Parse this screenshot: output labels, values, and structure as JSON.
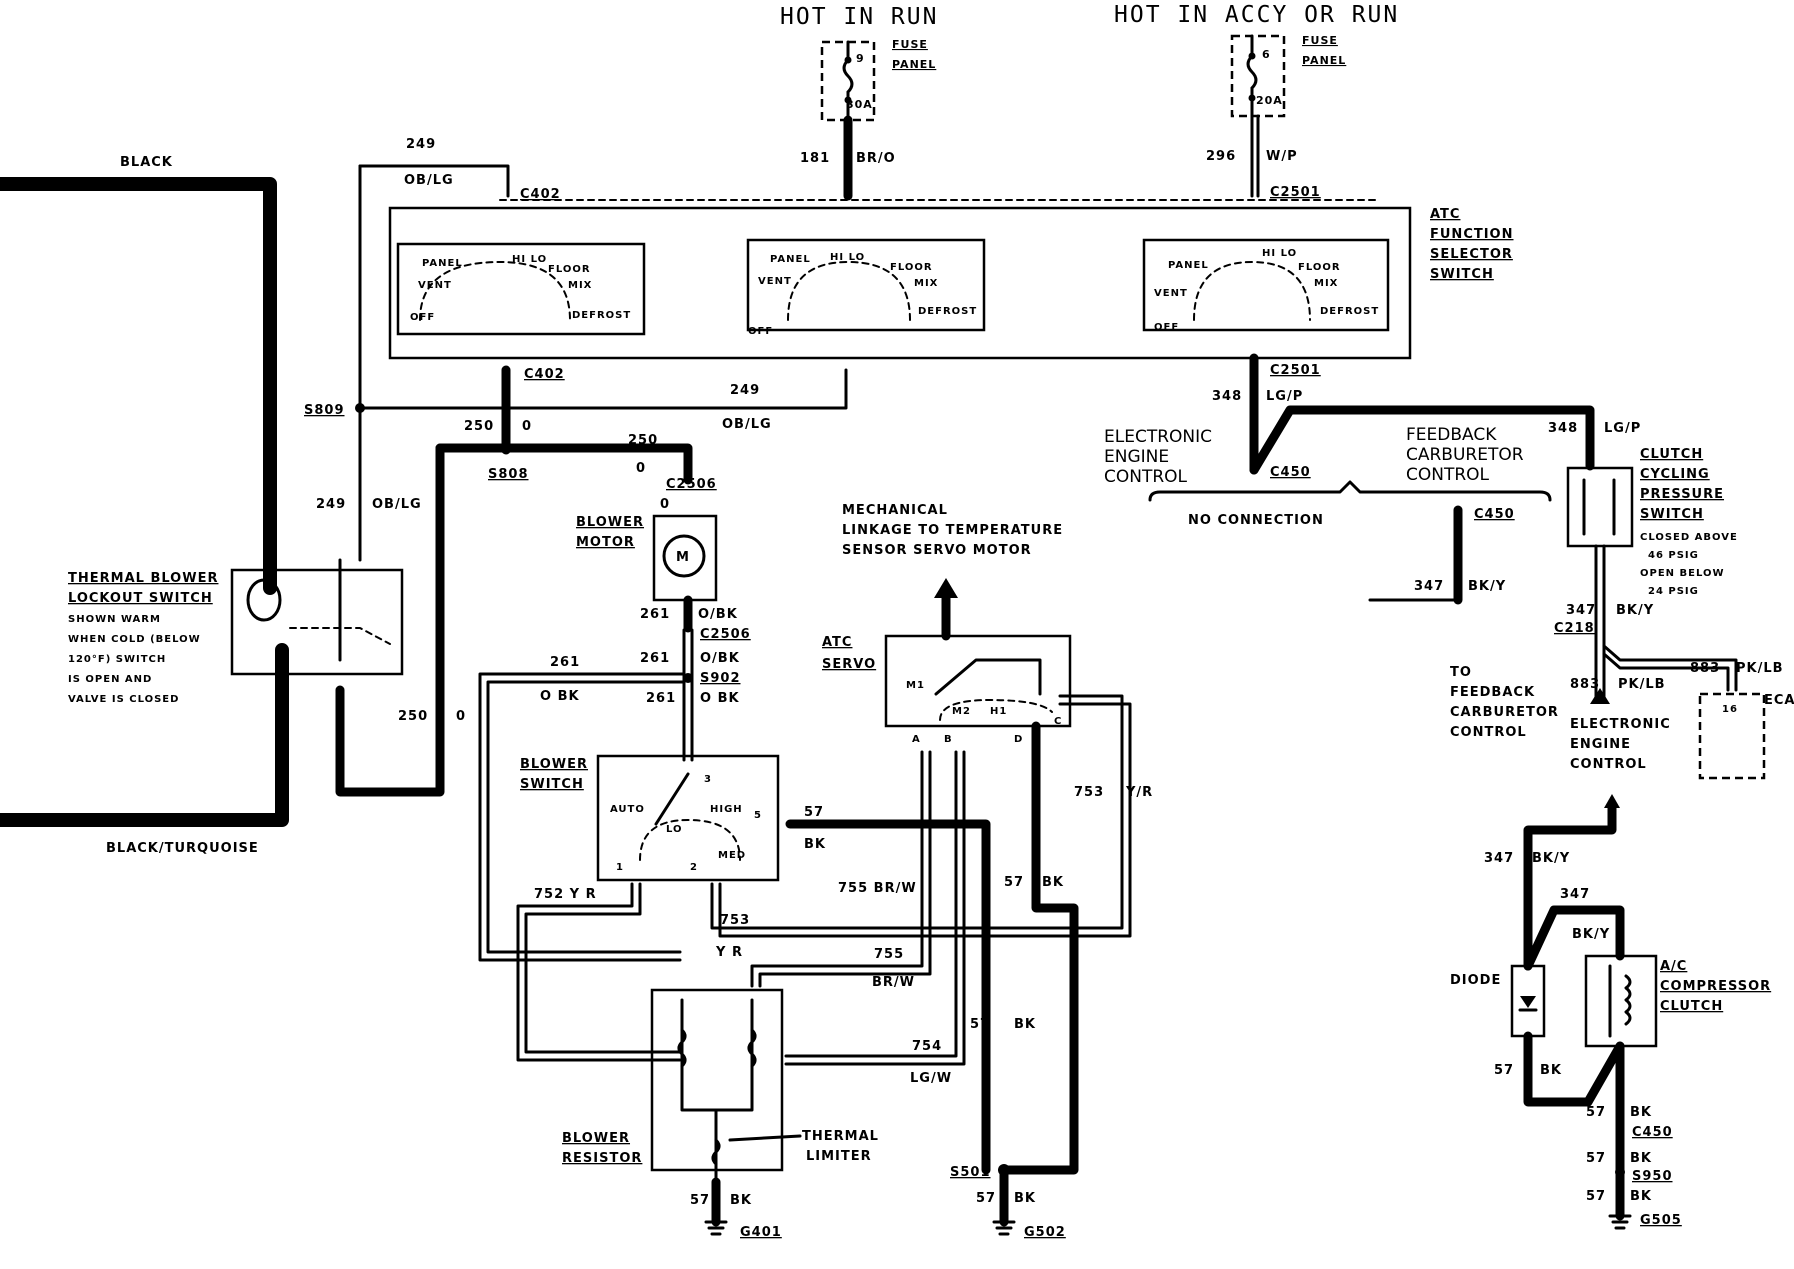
{
  "header": {
    "hot_in_run": "HOT IN RUN",
    "hot_in_accy_or_run": "HOT IN ACCY OR RUN"
  },
  "fuses": {
    "left": {
      "num": "9",
      "amps": "30A",
      "label_line1": "FUSE",
      "label_line2": "PANEL"
    },
    "right": {
      "num": "6",
      "amps": "20A",
      "label_line1": "FUSE",
      "label_line2": "PANEL"
    }
  },
  "wires": {
    "w181": "181",
    "br_o": "BR/O",
    "w296": "296",
    "w_p": "W/P",
    "w249_top": "249",
    "ob_lg_top": "OB/LG",
    "w249_mid": "249",
    "ob_lg_mid": "OB/LG",
    "w249_left": "249",
    "ob_lg_left": "OB/LG",
    "w250_a": "250",
    "o_a": "0",
    "w250_b": "250",
    "o_b": "0",
    "w250_c": "250",
    "o_c": "0",
    "o_d": "0",
    "w261_a": "261",
    "o_bk_a": "O/BK",
    "w261_b": "261",
    "o_bk_b": "O/BK",
    "w261_c": "261",
    "o_bk_c": "O BK",
    "w261_d": "261",
    "o_bk_d": "O BK",
    "w57_a": "57",
    "bk_a": "BK",
    "w57_b": "57",
    "bk_b": "BK",
    "w57_c": "57",
    "bk_c": "BK",
    "w57_d": "57",
    "bk_d": "BK",
    "w57_e": "57",
    "bk_e": "BK",
    "w57_f": "57",
    "bk_f": "BK",
    "w57_g": "57",
    "bk_g": "BK",
    "w57_h": "57",
    "bk_h": "BK",
    "w57_i": "57",
    "bk_i": "BK",
    "w755_a": "755 BR/W",
    "w755_b": "755",
    "br_w_b": "BR/W",
    "w752": "752 Y R",
    "w753_a": "753",
    "y_r_a": "Y R",
    "w753_b": "753",
    "y_r_b": "Y/R",
    "w754": "754",
    "lg_w": "LG/W",
    "w348_a": "348",
    "lg_p_a": "LG/P",
    "w348_b": "348",
    "lg_p_b": "LG/P",
    "w347_a": "347",
    "bk_y_a": "BK/Y",
    "w347_b": "347",
    "bk_y_b": "BK/Y",
    "w347_c": "347",
    "bk_y_c": "BK/Y",
    "w347_d": "347",
    "bk_y_d": "BK/Y",
    "w883_a": "883",
    "pk_lb_a": "PK/LB",
    "w883_b": "883",
    "pk_lb_b": "PK/LB"
  },
  "connectors": {
    "c402_top": "C402",
    "c402_bot": "C402",
    "c2501_top": "C2501",
    "c2501_bot": "C2501",
    "c2506_a": "C2506",
    "c2506_b": "C2506",
    "c450_a": "C450",
    "c450_b": "C450",
    "c450_c": "C450",
    "c218": "C218",
    "s809": "S809",
    "s808": "S808",
    "s902": "S902",
    "s501": "S501",
    "s950": "S950",
    "g401": "G401",
    "g502": "G502",
    "g505": "G505"
  },
  "components": {
    "atc_function_selector": [
      "ATC",
      "FUNCTION",
      "SELECTOR",
      "SWITCH"
    ],
    "selector_positions": {
      "panel": "PANEL",
      "vent": "VENT",
      "hi_lo": "HI LO",
      "floor": "FLOOR",
      "mix": "MIX",
      "off": "OFF",
      "defrost": "DEFROST"
    },
    "thermal_blower": [
      "THERMAL BLOWER",
      "LOCKOUT SWITCH"
    ],
    "thermal_blower_note": [
      "SHOWN WARM",
      "WHEN COLD (BELOW",
      "120°F) SWITCH",
      "IS OPEN AND",
      "VALVE IS CLOSED"
    ],
    "black": "BLACK",
    "black_turquoise": "BLACK/TURQUOISE",
    "blower_motor": [
      "BLOWER",
      "MOTOR"
    ],
    "motor_symbol": "M",
    "blower_switch": [
      "BLOWER",
      "SWITCH"
    ],
    "blower_switch_pos": {
      "auto": "AUTO",
      "lo": "LO",
      "high": "HIGH",
      "med": "MED",
      "p1": "1",
      "p2": "2",
      "p3": "3",
      "p5": "5"
    },
    "mechanical": [
      "MECHANICAL",
      "LINKAGE TO TEMPERATURE",
      "SENSOR SERVO MOTOR"
    ],
    "atc_servo": [
      "ATC",
      "SERVO"
    ],
    "servo_pins": {
      "m1": "M1",
      "m2": "M2",
      "h1": "H1",
      "a": "A",
      "b": "B",
      "c": "C",
      "d": "D"
    },
    "blower_resistor": [
      "BLOWER",
      "RESISTOR"
    ],
    "thermal_limiter": [
      "THERMAL",
      "LIMITER"
    ],
    "electronic_engine_control": [
      "ELECTRONIC",
      "ENGINE",
      "CONTROL"
    ],
    "feedback_carburetor_control": [
      "FEEDBACK",
      "CARBURETOR",
      "CONTROL"
    ],
    "no_connection": "NO CONNECTION",
    "clutch_cycling": [
      "CLUTCH",
      "CYCLING",
      "PRESSURE",
      "SWITCH"
    ],
    "clutch_note": [
      "CLOSED ABOVE",
      "46 PSIG",
      "OPEN BELOW",
      "24 PSIG"
    ],
    "to_feedback": [
      "TO",
      "FEEDBACK",
      "CARBURETOR",
      "CONTROL"
    ],
    "eec_lower": [
      "ELECTRONIC",
      "ENGINE",
      "CONTROL"
    ],
    "eca": "ECA",
    "eca_pin": "16",
    "diode": "DIODE",
    "ac_compressor": [
      "A/C",
      "COMPRESSOR",
      "CLUTCH"
    ]
  }
}
